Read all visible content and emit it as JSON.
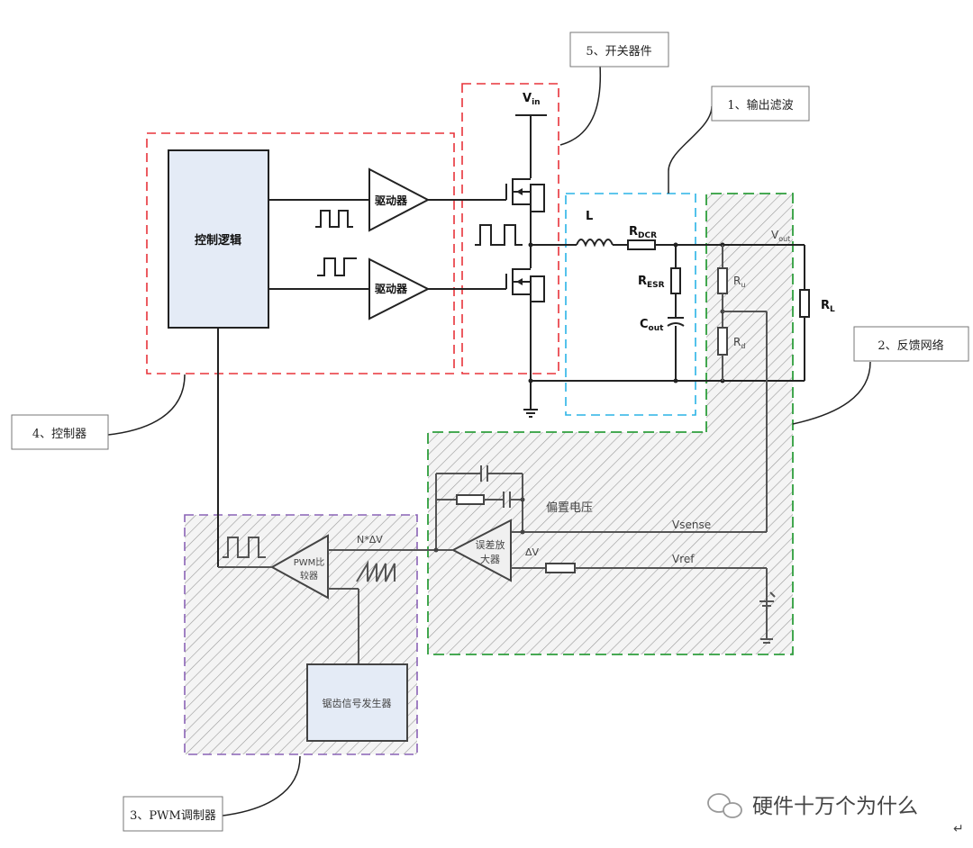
{
  "labels": {
    "switch": "5、开关器件",
    "output_filter": "1、输出滤波",
    "feedback": "2、反馈网络",
    "controller": "4、控制器",
    "pwm_modulator": "3、PWM调制器"
  },
  "blocks": {
    "control_logic": "控制逻辑",
    "driver_top": "驱动器",
    "driver_bottom": "驱动器",
    "pwm_comparator_line1": "PWM比",
    "pwm_comparator_line2": "较器",
    "error_amp_line1": "误差放",
    "error_amp_line2": "大器",
    "sawtooth_generator": "锯齿信号发生器"
  },
  "components": {
    "vin": "V",
    "vin_sub": "in",
    "inductor": "L",
    "rdcr": "R",
    "rdcr_sub": "DCR",
    "resr": "R",
    "resr_sub": "ESR",
    "cout": "C",
    "cout_sub": "out",
    "vout": "V",
    "vout_sub": "out",
    "ru": "R",
    "ru_sub": "u",
    "rd": "R",
    "rd_sub": "d",
    "rl": "R",
    "rl_sub": "L"
  },
  "signals": {
    "bias_voltage": "偏置电压",
    "vsense": "Vsense",
    "vref": "Vref",
    "nxdv": "N*ΔV",
    "dv": "ΔV"
  },
  "watermark": {
    "text": "硬件十万个为什么",
    "logo": "wechat-icon"
  },
  "colors": {
    "controller_box": "#e8333a",
    "switch_box": "#e8333a",
    "filter_box": "#2ab3e6",
    "feedback_box": "#2e9e3c",
    "pwm_box": "#8a63b6",
    "block_fill": "#e4ebf6"
  }
}
